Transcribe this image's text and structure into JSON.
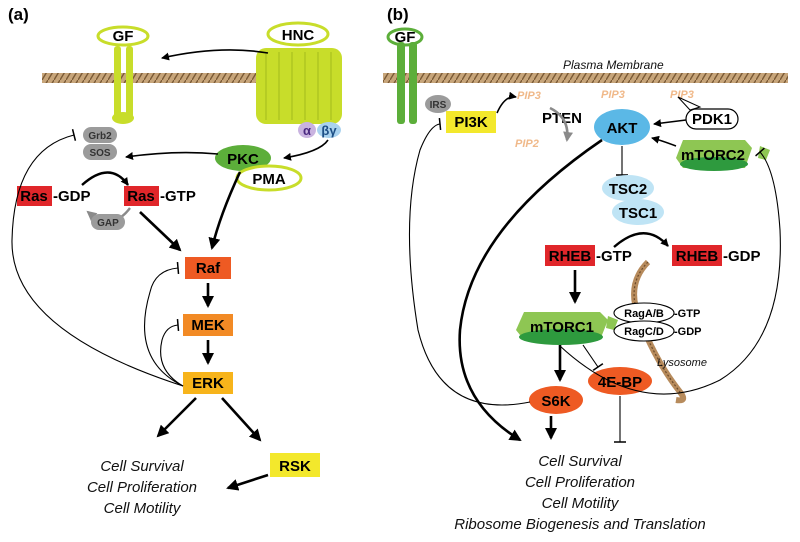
{
  "panel_a": {
    "label": "(a)",
    "gf": "GF",
    "hnc": "HNC",
    "alpha": "α",
    "betagamma": "βγ",
    "grb2": "Grb2",
    "sos": "SOS",
    "pkc": "PKC",
    "pma": "PMA",
    "ras_gdp_box": "Ras",
    "ras_gdp_suffix": "-GDP",
    "ras_gtp_box": "Ras",
    "ras_gtp_suffix": "-GTP",
    "gap": "GAP",
    "raf": "Raf",
    "mek": "MEK",
    "erk": "ERK",
    "rsk": "RSK",
    "outcomes": [
      "Cell Survival",
      "Cell Proliferation",
      "Cell Motility"
    ]
  },
  "panel_b": {
    "label": "(b)",
    "gf": "GF",
    "plasma_membrane": "Plasma Membrane",
    "irs": "IRS",
    "pi3k": "PI3K",
    "pip3_left": "PIP3",
    "pip2": "PIP2",
    "pten": "PTEN",
    "pip3_mid": "PIP3",
    "pip3_right": "PIP3",
    "akt": "AKT",
    "pdk1": "PDK1",
    "mtorc2": "mTORC2",
    "tsc2": "TSC2",
    "tsc1": "TSC1",
    "rheb_gtp_box": "RHEB",
    "rheb_gtp_suffix": "-GTP",
    "rheb_gdp_box": "RHEB",
    "rheb_gdp_suffix": "-GDP",
    "mtorc1": "mTORC1",
    "ragab": "RagA/B",
    "ragab_suffix": "-GTP",
    "ragcd": "RagC/D",
    "ragcd_suffix": "-GDP",
    "lysosome": "Lysosome",
    "s6k": "S6K",
    "ebp": "4E-BP",
    "outcomes": [
      "Cell Survival",
      "Cell Proliferation",
      "Cell Motility",
      "Ribosome Biogenesis and Translation"
    ]
  },
  "colors": {
    "lime": "#c8dd2a",
    "lime_dark": "#9fba1b",
    "green": "#5cae3a",
    "red": "#e0262a",
    "orange_red": "#ee5a23",
    "orange": "#f28a25",
    "amber": "#f7b41b",
    "yellow": "#f3e82c",
    "blue": "#5bb8e6",
    "light_blue": "#bfe4f5",
    "grey": "#9b9b9b",
    "membrane": "#b08a5e",
    "pip": "#f0b98a"
  }
}
